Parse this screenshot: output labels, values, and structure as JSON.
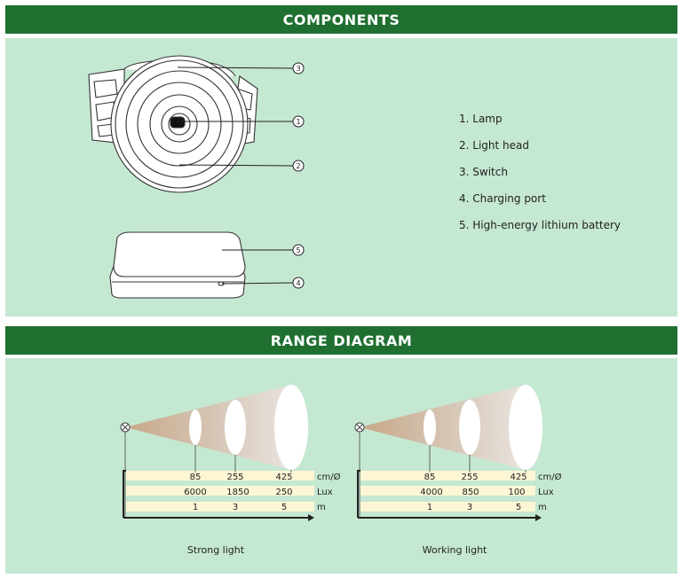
{
  "components": {
    "title": "COMPONENTS",
    "legend": [
      "1. Lamp",
      "2. Light head",
      "3. Switch",
      "4. Charging port",
      "5. High-energy lithium battery"
    ],
    "callouts": [
      "1",
      "2",
      "3",
      "4",
      "5"
    ]
  },
  "range": {
    "title": "RANGE DIAGRAM",
    "units": [
      "cm/Ø",
      "Lux",
      "m"
    ],
    "strong": {
      "caption": "Strong light",
      "diameter": [
        "85",
        "255",
        "425"
      ],
      "lux": [
        "6000",
        "1850",
        "250"
      ],
      "distance": [
        "1",
        "3",
        "5"
      ]
    },
    "working": {
      "caption": "Working light",
      "diameter": [
        "85",
        "255",
        "425"
      ],
      "lux": [
        "4000",
        "850",
        "100"
      ],
      "distance": [
        "1",
        "3",
        "5"
      ]
    }
  }
}
